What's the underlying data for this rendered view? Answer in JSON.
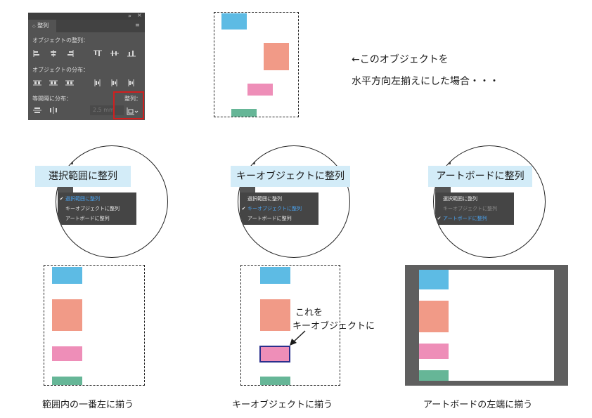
{
  "panel": {
    "tab_label": "整列",
    "controls": {
      "double_chevron": "»",
      "close": "×",
      "menu": "≡"
    },
    "section_align_objects": "オブジェクトの整列：",
    "section_distribute_objects": "オブジェクトの分布：",
    "section_distribute_spacing": "等間隔に分布：",
    "spacing_value": "2.5 mm",
    "align_to_label": "整列：",
    "align_to_icon": "artboard-align-icon"
  },
  "note": {
    "line1": "←このオブジェクトを",
    "line2": "水平方向左揃えにした場合・・・"
  },
  "menus": [
    {
      "banner": "選択範囲に整列",
      "items": [
        {
          "label": "選択範囲に整列",
          "checked": true,
          "state": "selected"
        },
        {
          "label": "キーオブジェクトに整列",
          "checked": false,
          "state": "normal"
        },
        {
          "label": "アートボードに整列",
          "checked": false,
          "state": "normal"
        }
      ]
    },
    {
      "banner": "キーオブジェクトに整列",
      "items": [
        {
          "label": "選択範囲に整列",
          "checked": false,
          "state": "normal"
        },
        {
          "label": "キーオブジェクトに整列",
          "checked": true,
          "state": "selected"
        },
        {
          "label": "アートボードに整列",
          "checked": false,
          "state": "normal"
        }
      ]
    },
    {
      "banner": "アートボードに整列",
      "items": [
        {
          "label": "選択範囲に整列",
          "checked": false,
          "state": "normal"
        },
        {
          "label": "キーオブジェクトに整列",
          "checked": false,
          "state": "disabled"
        },
        {
          "label": "アートボードに整列",
          "checked": true,
          "state": "selected"
        }
      ]
    }
  ],
  "check_mark": "✔",
  "annotation": {
    "line1": "これを",
    "line2": "キーオブジェクトに"
  },
  "captions": {
    "selection": "範囲内の一番左に揃う",
    "key_object": "キーオブジェクトに揃う",
    "artboard": "アートボードの左端に揃う"
  },
  "colors": {
    "blue": "#5dbbe4",
    "salmon": "#f19a87",
    "pink": "#ee8eb8",
    "green": "#66b697",
    "banner": "#d3ecf8",
    "panel": "#535353",
    "highlight_red": "#d11f1f",
    "key_outline": "#2a2f8c",
    "menu_selected": "#4aa3f0"
  }
}
